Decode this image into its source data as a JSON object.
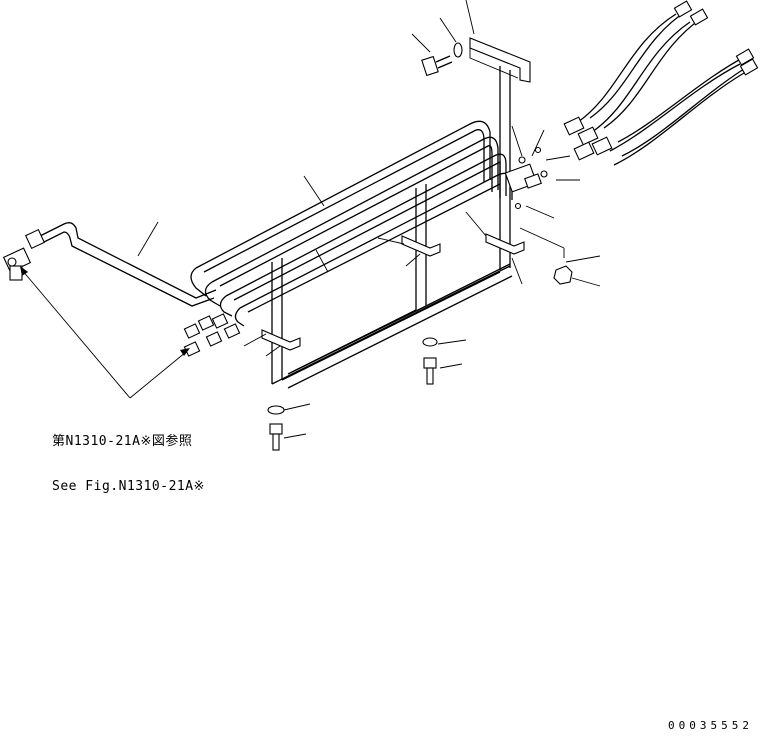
{
  "reference_note": {
    "line_jp": "第N1310-21A※図参照",
    "line_en": "See Fig.N1310-21A※"
  },
  "drawing_code": "00035552"
}
